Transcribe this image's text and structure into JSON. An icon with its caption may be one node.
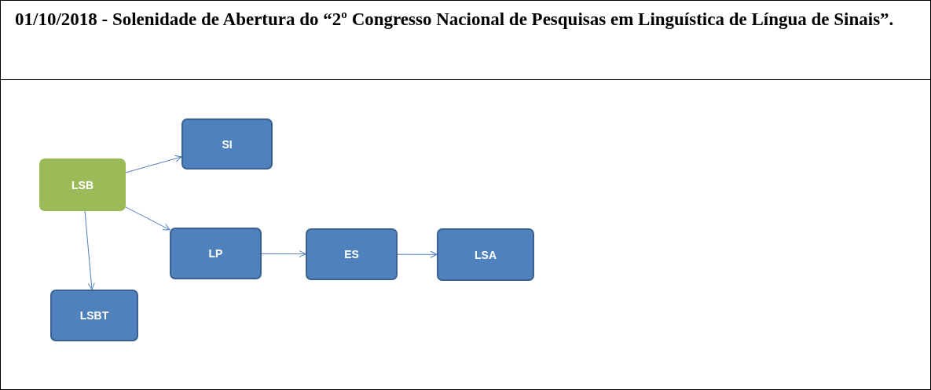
{
  "diagram": {
    "title": "01/10/2018 - Solenidade de Abertura do “2º Congresso Nacional de Pesquisas em Linguística de Língua de Sinais”.",
    "nodes": [
      {
        "text": [
          "LSB"
        ]
      },
      {
        "text": [
          "SI"
        ]
      },
      {
        "text": [
          "LP"
        ]
      },
      {
        "text": [
          "ES"
        ]
      },
      {
        "text": [
          "LSA"
        ]
      },
      {
        "text": [
          "LSBT"
        ]
      }
    ],
    "edges": [
      {
        "from": 0,
        "to": 1,
        "arrow": "to"
      },
      {
        "from": 0,
        "to": 2,
        "arrow": "to"
      },
      {
        "from": 0,
        "to": 5,
        "arrow": "to"
      },
      {
        "from": 2,
        "to": 3,
        "arrow": "to"
      },
      {
        "from": 3,
        "to": 4,
        "arrow": "to"
      }
    ]
  }
}
